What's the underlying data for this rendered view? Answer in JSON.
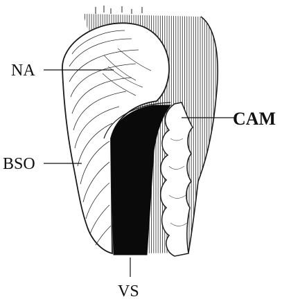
{
  "figure": {
    "labels": {
      "na": "NA",
      "bso": "BSO",
      "cam": "CAM",
      "vs": "VS"
    },
    "colors": {
      "ink": "#1a1a1a",
      "fill_dark": "#0a0a0a",
      "paper": "#ffffff"
    }
  }
}
